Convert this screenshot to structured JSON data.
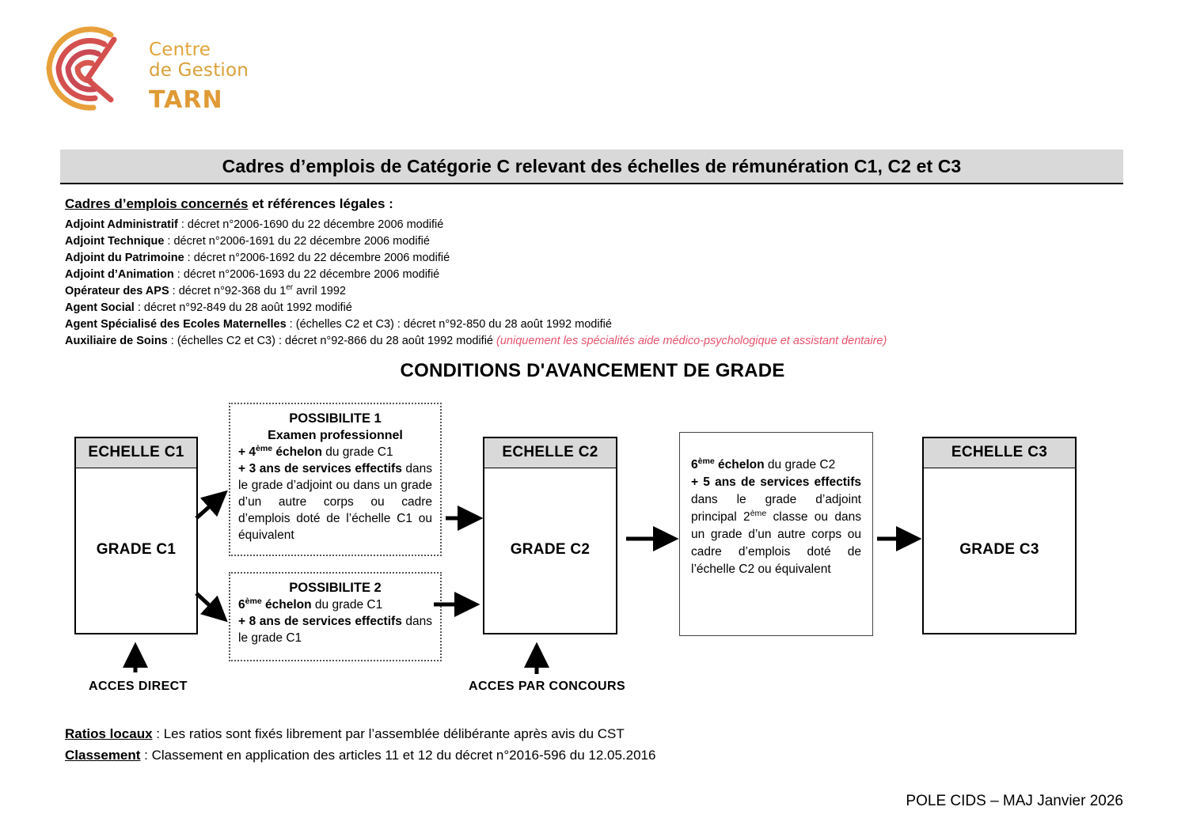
{
  "logo": {
    "line1": "Centre",
    "line2": "de Gestion",
    "tarn": "TARN",
    "mark": "cdg-swirl-logo"
  },
  "header": {
    "title": "Cadres d’emplois de Catégorie C relevant des échelles de rémunération C1, C2 et C3",
    "banner_bg": "#D9D9D9"
  },
  "references": {
    "heading_underlined": "Cadres d’emplois concernés",
    "heading_rest": " et références légales :",
    "items": [
      {
        "label": "Adjoint Administratif",
        "text": " : décret n°2006-1690 du 22 décembre 2006 modifié"
      },
      {
        "label": "Adjoint Technique",
        "text": " : décret n°2006-1691 du 22 décembre 2006 modifié"
      },
      {
        "label": "Adjoint du Patrimoine",
        "text": " : décret n°2006-1692 du 22 décembre 2006 modifié"
      },
      {
        "label": "Adjoint d’Animation",
        "text": " : décret n°2006-1693 du 22 décembre 2006 modifié"
      },
      {
        "label": "Opérateur des APS",
        "text": " : décret n°92-368 du 1",
        "sup": "er",
        "text2": " avril 1992"
      },
      {
        "label": "Agent Social",
        "text": " : décret n°92-849 du 28 août 1992 modifié"
      },
      {
        "label": "Agent Spécialisé des Ecoles Maternelles",
        "text": " : (échelles C2 et C3) : décret n°92-850 du 28 août 1992 modifié"
      },
      {
        "label": "Auxiliaire de Soins",
        "text": " : (échelles C2 et C3) : décret n°92-866 du 28 août 1992 modifié ",
        "note": "(uniquement les spécialités aide médico-psychologique et assistant dentaire)",
        "note_color": "#E8536C"
      }
    ]
  },
  "section": {
    "title": "CONDITIONS D'AVANCEMENT DE GRADE"
  },
  "diagram": {
    "echelle_c1": {
      "header": "ECHELLE C1",
      "grade": "GRADE C1"
    },
    "echelle_c2": {
      "header": "ECHELLE C2",
      "grade": "GRADE C2"
    },
    "echelle_c3": {
      "header": "ECHELLE C3",
      "grade": "GRADE C3"
    },
    "possibilite1": {
      "title": "POSSIBILITE 1",
      "subtitle": "Examen professionnel",
      "line_bold_1": "+ 4",
      "line_sup_1": "ème",
      "line_bold_1b": " échelon",
      "line_rest_1": " du grade C1",
      "line_bold_2": "+  3 ans de services effectifs",
      "line_rest_2": " dans le grade d’adjoint ou dans un grade d’un autre corps ou cadre d’emplois doté de l’échelle C1 ou équivalent"
    },
    "possibilite2": {
      "title": "POSSIBILITE 2",
      "line_bold_1": "6",
      "line_sup_1": "ème",
      "line_bold_1b": " échelon",
      "line_rest_1": " du grade C1",
      "line_bold_2": "+  8  ans  de  services  effectifs",
      "line_rest_2": " dans le grade C1"
    },
    "condition_c2_c3": {
      "line_bold_1": "6",
      "line_sup_1": "ème",
      "line_bold_1b": " échelon",
      "line_rest_1": " du grade C2",
      "line_bold_2": "+  5  ans  de  services  effectifs",
      "line_rest_2a": " dans le grade d’adjoint principal 2",
      "line_sup_2": "ème",
      "line_rest_2b": " classe ou dans un grade d’un autre corps ou cadre d’emplois doté de l’échelle C2 ou équivalent"
    },
    "access_direct": "ACCES DIRECT",
    "access_concours": "ACCES PAR CONCOURS"
  },
  "footnotes": [
    {
      "label": "Ratios locaux",
      "text": " : Les ratios sont fixés librement par l’assemblée délibérante après avis du CST"
    },
    {
      "label": "Classement",
      "text": " : Classement en application des articles 11 et 12 du décret n°2016-596 du 12.05.2016"
    }
  ],
  "footer": {
    "text": "POLE CIDS – MAJ Janvier 2026"
  }
}
